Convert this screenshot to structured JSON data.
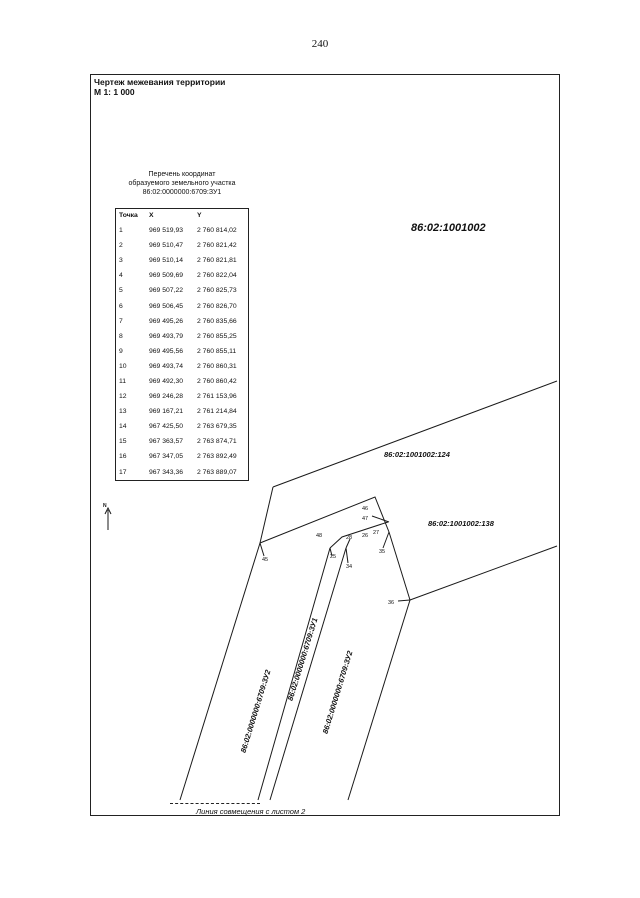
{
  "page_number": "240",
  "title": {
    "line1": "Чертеж межевания территории",
    "line2": "М 1: 1 000"
  },
  "list_caption": {
    "line1": "Перечень координат",
    "line2": "образуемого земельного участка",
    "line3": "86:02:0000000:6709:ЗУ1"
  },
  "table": {
    "headers": [
      "Точка",
      "X",
      "Y"
    ],
    "rows": [
      [
        "1",
        "969 519,93",
        "2 760 814,02"
      ],
      [
        "2",
        "969 510,47",
        "2 760 821,42"
      ],
      [
        "3",
        "969 510,14",
        "2 760 821,81"
      ],
      [
        "4",
        "969 509,69",
        "2 760 822,04"
      ],
      [
        "5",
        "969 507,22",
        "2 760 825,73"
      ],
      [
        "6",
        "969 506,45",
        "2 760 826,70"
      ],
      [
        "7",
        "969 495,26",
        "2 760 835,66"
      ],
      [
        "8",
        "969 493,79",
        "2 760 855,25"
      ],
      [
        "9",
        "969 495,56",
        "2 760 855,11"
      ],
      [
        "10",
        "969 493,74",
        "2 760 860,31"
      ],
      [
        "11",
        "969 492,30",
        "2 760 860,42"
      ],
      [
        "12",
        "969 246,28",
        "2 761 153,96"
      ],
      [
        "13",
        "969 167,21",
        "2 761 214,84"
      ],
      [
        "14",
        "967 425,50",
        "2 763 679,35"
      ],
      [
        "15",
        "967 363,57",
        "2 763 874,71"
      ],
      [
        "16",
        "967 347,05",
        "2 763 892,49"
      ],
      [
        "17",
        "967 343,36",
        "2 763 889,07"
      ]
    ]
  },
  "map_labels": {
    "block": "86:02:1001002",
    "parcel_124": "86:02:1001002:124",
    "parcel_138": "86:02:1001002:138",
    "zu2_left": "86:02:0000000:6709:ЗУ2",
    "zu1": "86:02:0000000:6709:ЗУ1",
    "zu2_right": "86:02:0000000:6709:ЗУ2",
    "north": "N"
  },
  "point_labels": {
    "p45": "45",
    "p46": "46",
    "p47": "47",
    "p48": "48",
    "p28": "28",
    "p26": "26",
    "p27": "27",
    "p25": "25",
    "p34": "34",
    "p35": "35",
    "p36": "36"
  },
  "footer_label": "Линия совмещения с листом 2"
}
